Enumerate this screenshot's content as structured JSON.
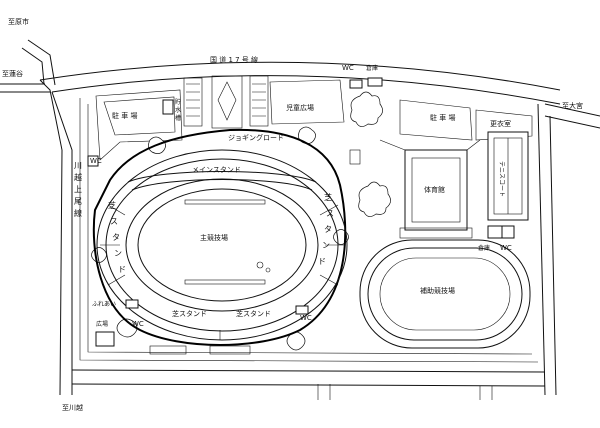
{
  "directions": {
    "ageo": "至原市",
    "hasuda": "至蓮谷",
    "omiya": "至大宮",
    "kawagoe": "至川越"
  },
  "roads": {
    "route17": "国 道 1 7 号 線",
    "kawagoe_kamio_line": [
      "川",
      "越",
      "上",
      "尾",
      "線"
    ]
  },
  "areas": {
    "parking_west": "駐 車 場",
    "parking_east": "駐 車 場",
    "reservoir": [
      "貯",
      "水",
      "槽"
    ],
    "children_plaza": "児童広場",
    "jogging_road": "ジョギングロード",
    "main_stand": "メインスタンド",
    "main_field": "主競技場",
    "gymnasium": "体育館",
    "tennis_court": "テニスコート",
    "changing_room": "更衣室",
    "sub_field": "補助競技場",
    "warehouse_north": "倉庫",
    "warehouse_east": "倉庫",
    "fureai_plaza": [
      "ふれあい",
      "広場"
    ],
    "shiba_stand_bottom_left": "芝スタンド",
    "shiba_stand_bottom_right": "芝スタンド",
    "shiba_stand_left": [
      "芝",
      "ス",
      "タ",
      "ン",
      "ド"
    ],
    "shiba_stand_right": [
      "芝",
      "ス",
      "タ",
      "ン",
      "ド"
    ]
  },
  "wc_labels": [
    "WC",
    "WC",
    "WC",
    "WC",
    "WC"
  ],
  "colors": {
    "line": "#111111",
    "background": "#ffffff"
  }
}
